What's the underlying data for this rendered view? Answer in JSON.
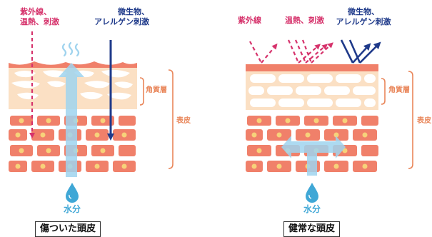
{
  "left_panel": {
    "uv_label": "紫外線、\n温熱、刺激",
    "allergen_label": "微生物、\nアレルゲン刺激",
    "stratum_label": "角質層",
    "epidermis_label": "表皮",
    "water_label": "水分",
    "title": "傷ついた頭皮"
  },
  "right_panel": {
    "uv_label": "紫外線",
    "heat_label": "温熱、刺激",
    "allergen_label": "微生物、\nアレルゲン刺激",
    "stratum_label": "角質層",
    "epidermis_label": "表皮",
    "water_label": "水分",
    "title": "健常な頭皮"
  },
  "colors": {
    "pink_arrow": "#d6336c",
    "navy_arrow": "#1f3a8a",
    "water_blue": "#9fd3ee",
    "skin_light": "#fbe0c4",
    "skin_cell": "#f0806a",
    "cell_nucleus": "#f7d27a",
    "bracket": "#e9865a"
  }
}
